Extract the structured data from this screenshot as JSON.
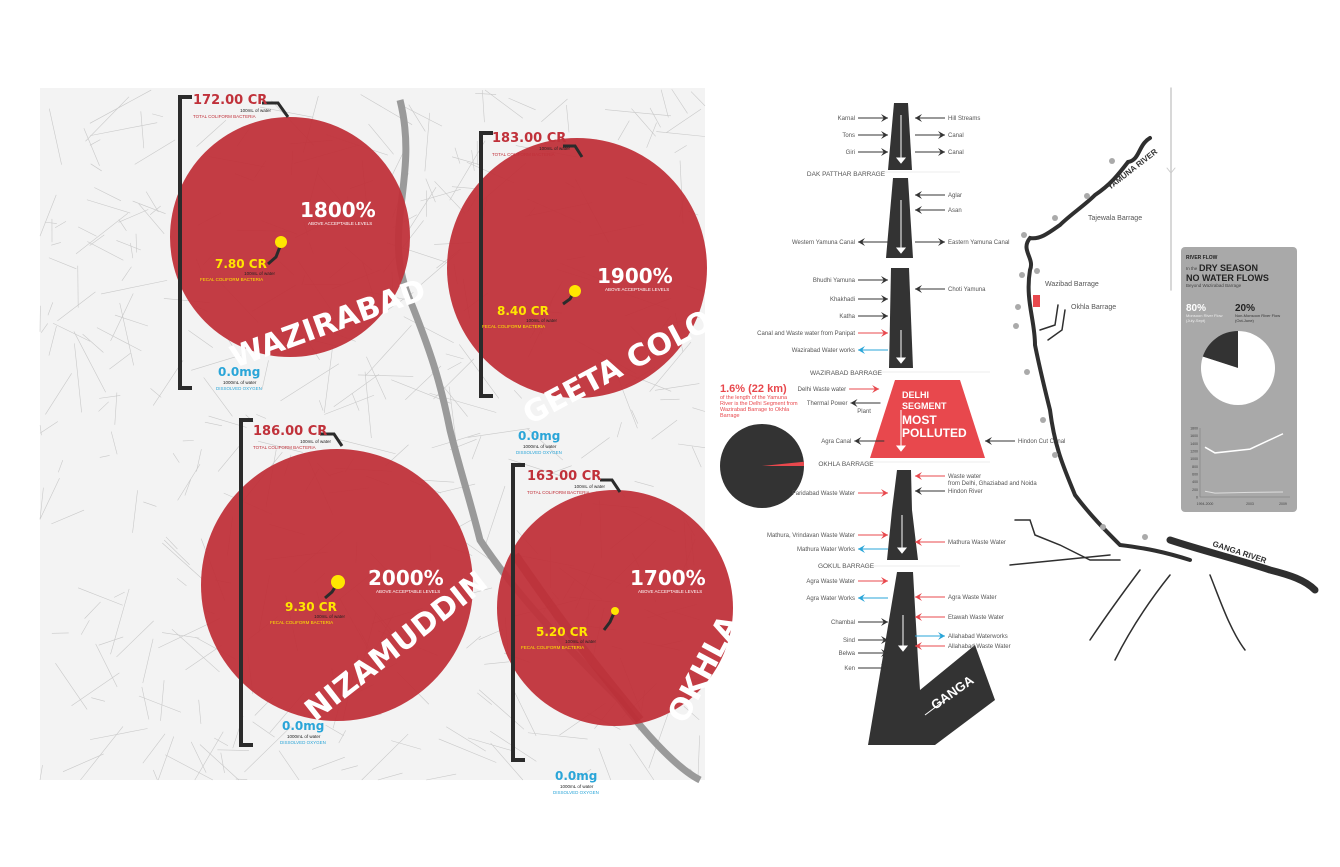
{
  "colors": {
    "red": "#c0313a",
    "bright_red": "#e8484d",
    "yellow": "#ffe600",
    "blue": "#2aa5d8",
    "dark": "#333333",
    "map_bg": "#f2f2f2"
  },
  "districts": [
    {
      "name": "WAZIRABAD",
      "total_coliform": "172.00 CR",
      "total_unit": "100mL of water",
      "total_label": "TOTAL COLIFORM BACTERIA",
      "percent": "1800%",
      "percent_label": "ABOVE ACCEPTABLE LEVELS",
      "fecal": "7.80 CR",
      "fecal_unit": "100mL of water",
      "fecal_label": "FECAL COLIFORM BACTERIA",
      "oxygen": "0.0mg",
      "oxygen_unit": "1000mL of water",
      "oxygen_label": "DISSOLVED OXYGEN"
    },
    {
      "name": "GEETA COLONY",
      "total_coliform": "183.00 CR",
      "total_unit": "100mL of water",
      "total_label": "TOTAL COLIFORM BACTERIA",
      "percent": "1900%",
      "percent_label": "ABOVE ACCEPTABLE LEVELS",
      "fecal": "8.40 CR",
      "fecal_unit": "100mL of water",
      "fecal_label": "FECAL COLIFORM BACTERIA",
      "oxygen": "0.0mg",
      "oxygen_unit": "1000mL of water",
      "oxygen_label": "DISSOLVED OXYGEN"
    },
    {
      "name": "NIZAMUDDIN",
      "total_coliform": "186.00 CR",
      "total_unit": "100mL of water",
      "total_label": "TOTAL COLIFORM BACTERIA",
      "percent": "2000%",
      "percent_label": "ABOVE ACCEPTABLE LEVELS",
      "fecal": "9.30 CR",
      "fecal_unit": "100mL of water",
      "fecal_label": "FECAL COLIFORM BACTERIA",
      "oxygen": "0.0mg",
      "oxygen_unit": "1000mL of water",
      "oxygen_label": "DISSOLVED OXYGEN"
    },
    {
      "name": "OKHLA",
      "total_coliform": "163.00 CR",
      "total_unit": "100mL of water",
      "total_label": "TOTAL COLIFORM BACTERIA",
      "percent": "1700%",
      "percent_label": "ABOVE ACCEPTABLE LEVELS",
      "fecal": "5.20 CR",
      "fecal_unit": "100mL of water",
      "fecal_label": "FECAL COLIFORM BACTERIA",
      "oxygen": "0.0mg",
      "oxygen_unit": "1000mL of water",
      "oxygen_label": "DISSOLVED OXYGEN"
    }
  ],
  "flow": {
    "barrages": [
      "DAK PATTHAR BARRAGE",
      "WAZIRABAD BARRAGE",
      "OKHLA BARRAGE",
      "GOKUL BARRAGE"
    ],
    "labels": {
      "karnal": "Karnal",
      "hill_streams": "Hill Streams",
      "tons": "Tons",
      "canal1": "Canal",
      "giri": "Giri",
      "canal2": "Canal",
      "aglar": "Aglar",
      "asan": "Asan",
      "wyc": "Western Yamuna Canal",
      "eyc": "Eastern Yamuna Canal",
      "bhudhi": "Bhudhi Yamuna",
      "choti": "Choti Yamuna",
      "khakhadi": "Khakhadi",
      "katha": "Katha",
      "panipat": "Canal and Waste water from Panipat",
      "wazirabad_works": "Wazirabad Water works",
      "delhi_waste": "Delhi Waste water",
      "thermal": "Thermal Power",
      "thermal2": "Plant",
      "agra_canal": "Agra Canal",
      "hindon_cut": "Hindon Cut Canal",
      "waste_dgn1": "Waste water",
      "waste_dgn2": "from Delhi, Ghaziabad and Noida",
      "hindon_river": "Hindon River",
      "faridabad": "Faridabad Waste Water",
      "mathura_vrindavan": "Mathura, Vrindavan Waste Water",
      "mathura_waste": "Mathura Waste Water",
      "mathura_works": "Mathura Water Works",
      "agra_waste_l": "Agra Waste Water",
      "agra_works": "Agra Water Works",
      "agra_waste_r": "Agra Waste Water",
      "chambal": "Chambal",
      "etawah": "Etawah Waste Water",
      "sind": "Sind",
      "allahabad_works": "Allahabad Waterworks",
      "allahabad_waste": "Allahabad Waste Water",
      "belwa": "Belwa",
      "ken": "Ken"
    },
    "delhi_segment": {
      "line1": "DELHI",
      "line2": "SEGMENT",
      "line3": "MOST",
      "line4": "POLLUTED"
    },
    "ganga": "GANGA"
  },
  "share": {
    "headline": "1.6% (22 km)",
    "desc1": "of the length of the Yamuna",
    "desc2": "River is the Delhi Segment from",
    "desc3": "Wazirabad Barrage to Okhla",
    "desc4": "Barrage",
    "fraction_percent": 1.6
  },
  "river_map": {
    "yamuna": "YAMUNA RIVER",
    "ganga": "GANGA RIVER",
    "tajewala": "Tajewala Barrage",
    "wazibad": "Wazibad Barrage",
    "okhla": "Okhla Barrage"
  },
  "river_flow_card": {
    "title": "RIVER FLOW",
    "in_the": "In the",
    "dry_season": "DRY SEASON",
    "no_water": "NO WATER FLOWS",
    "beyond": "Beyond Wazirabad Barrage",
    "monsoon_pct": "80%",
    "monsoon_label1": "Monsoon River Flow",
    "monsoon_label2": "(July-Sept)",
    "non_monsoon_pct": "20%",
    "non_monsoon_label1": "Non-Monsoon River Flow",
    "non_monsoon_label2": "(Oct-June)",
    "pie": {
      "monsoon": 80,
      "non_monsoon": 20
    },
    "chart": {
      "y_ticks": [
        "1800",
        "1600",
        "1400",
        "1200",
        "1000",
        "800",
        "600",
        "400",
        "200",
        "0"
      ],
      "x_ticks": [
        "1994-2000",
        "2003",
        "2009"
      ],
      "series_upper": [
        1300,
        1150,
        1250,
        1650
      ],
      "series_lower": [
        150,
        100,
        120,
        130
      ]
    }
  }
}
